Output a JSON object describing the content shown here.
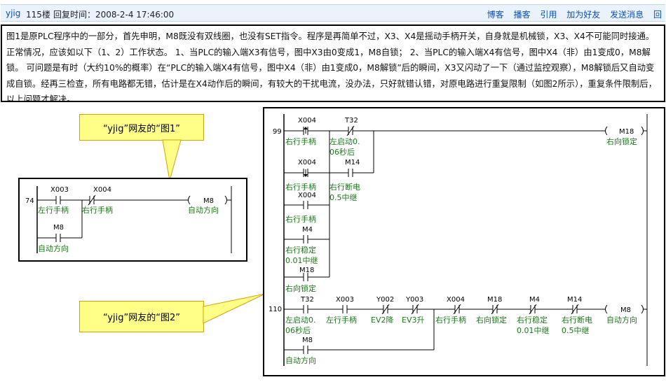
{
  "post": {
    "user": "yjig",
    "floor": "115楼",
    "time": "回复时间：2008-2-4 17:46:00",
    "actions": [
      "博客",
      "播客",
      "引用",
      "加为好友",
      "发送消息",
      "回"
    ],
    "body": "图1是原PLC程序中的一部分，首先申明，M8既没有双线圈，也没有SET指令。程序是再简单不过，X3、X4是摇动手柄开关，自身就是机械锁，X3、X4不可能同时接通。正常情况，应该如以下（1、2）工作状态。  1、当PLC的输入端X3有信号，图中X3由0变成1，M8自锁；  2、当PLC的输入端X4有信号，图中X4（非）由1变成0，M8解锁。  可问题是有时（大约10%的概率）在“PLC的输入端X4有信号，图中X4（非）由1变成0，M8解锁”后的瞬间，X3又闪动了一下（通过监控观察），M8解锁后又自动变成自锁。经再三检查，所有电路都无错，估计是在X4动作后的瞬间，有较大的干扰电流，没办法，只好就错认错，对原电路进行重复限制（如图2所示），重复条件限制后，以上问题才解决。"
  },
  "callouts": {
    "fig1": "“yjig”网友的“图1”",
    "fig2": "“yjig”网友的“图2”"
  },
  "colors": {
    "link": "#0b4fbf",
    "comment": "#1a7a1a",
    "callout_bg": "#ffff88",
    "callout_border": "#d8a000"
  },
  "fig1": {
    "step": "74",
    "contacts": [
      {
        "addr": "X003",
        "comment": "左行手柄",
        "type": "NO"
      },
      {
        "addr": "X004",
        "comment": "右行手柄",
        "type": "NC"
      },
      {
        "addr": "M8",
        "comment": "自动方向",
        "type": "NO"
      }
    ],
    "coil": {
      "addr": "M8",
      "comment": "自动方向"
    }
  },
  "fig2": {
    "rung1": {
      "step": "99",
      "contacts": [
        {
          "addr": "X004",
          "comment": "右行手柄",
          "type": "P"
        },
        {
          "addr": "T32",
          "comment": "左启动0.",
          "comment2": "06秒后",
          "type": "NC"
        },
        {
          "addr": "X004",
          "comment": "右行手柄",
          "type": "F"
        },
        {
          "addr": "M14",
          "comment": "右行断电",
          "comment2": "0.5中继",
          "type": "NO"
        },
        {
          "addr": "X004",
          "comment": "右行手柄",
          "type": "NO"
        },
        {
          "addr": "M4",
          "comment": "右行稳定",
          "comment2": "0.01中继",
          "type": "NO"
        },
        {
          "addr": "M18",
          "comment": "右向锁定",
          "type": "NO"
        }
      ],
      "coil": {
        "addr": "M18",
        "comment": "右向锁定"
      }
    },
    "rung2": {
      "step": "110",
      "contacts": [
        {
          "addr": "T32",
          "comment": "左启动0.",
          "comment2": "06秒后",
          "type": "NO"
        },
        {
          "addr": "X003",
          "comment": "左行手柄",
          "type": "NO"
        },
        {
          "addr": "Y002",
          "comment": "EV2降",
          "type": "NC"
        },
        {
          "addr": "Y003",
          "comment": "EV3升",
          "type": "NC"
        },
        {
          "addr": "X004",
          "comment": "右行手柄",
          "type": "NC"
        },
        {
          "addr": "M18",
          "comment": "右向锁定",
          "type": "NC"
        },
        {
          "addr": "M4",
          "comment": "右行稳定",
          "comment2": "0.01中继",
          "type": "NC"
        },
        {
          "addr": "M14",
          "comment": "右行断电",
          "comment2": "0.5中继",
          "type": "NC"
        },
        {
          "addr": "M8",
          "comment": "自动方向",
          "type": "NO"
        }
      ],
      "coil": {
        "addr": "M8",
        "comment": "自动方向"
      }
    }
  }
}
